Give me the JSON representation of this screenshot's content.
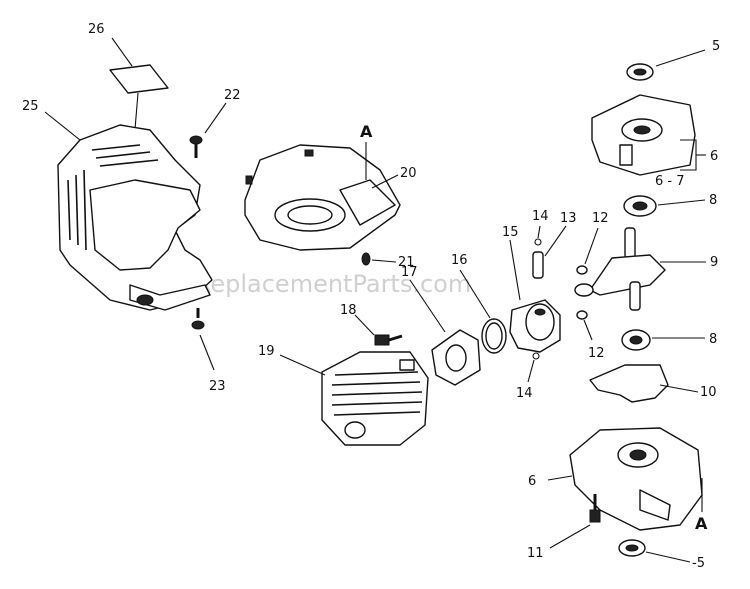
{
  "watermark": "eReplacementParts.com",
  "callouts": {
    "c5a": "5",
    "c6a": "6",
    "c67": "6 - 7",
    "c8a": "8",
    "c9": "9",
    "c8b": "8",
    "c10": "10",
    "c12a": "12",
    "c12b": "12",
    "c13": "13",
    "c14a": "14",
    "c14b": "14",
    "c15": "15",
    "c16": "16",
    "c17": "17",
    "c18": "18",
    "c19": "19",
    "c20": "20",
    "c21": "21",
    "c22": "22",
    "c23": "23",
    "c25": "25",
    "c26": "26",
    "c6b": "6",
    "c11": "11",
    "c5b": "-5",
    "cAa": "A",
    "cAb": "A"
  }
}
